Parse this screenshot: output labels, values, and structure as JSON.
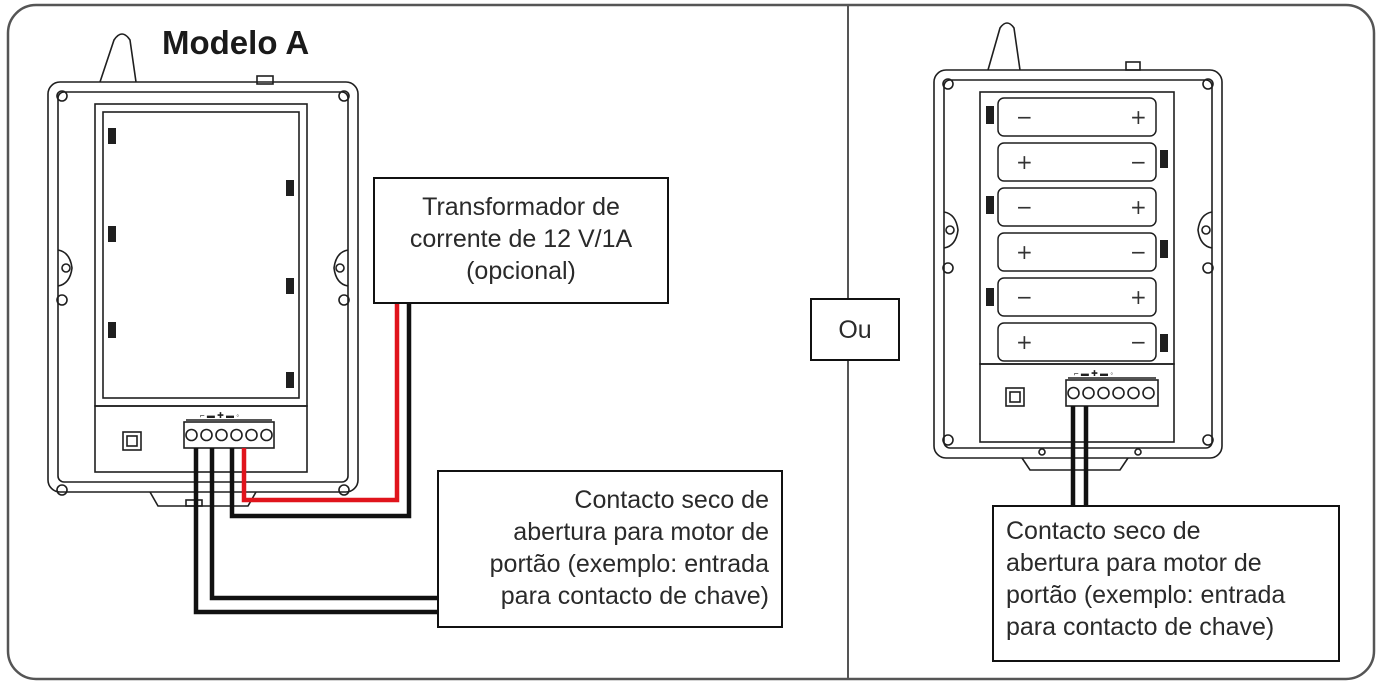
{
  "title": "Modelo A",
  "transformer": {
    "lines": [
      "Transformador de",
      "corrente de 12 V/1A",
      "(opcional)"
    ]
  },
  "contact_a": {
    "lines": [
      "Contacto seco de",
      "abertura para motor de",
      "portão (exemplo: entrada",
      "para contacto de chave)"
    ]
  },
  "contact_b": {
    "lines": [
      "Contacto seco de",
      "abertura para motor de",
      "portão (exemplo: entrada",
      "para contacto de chave)"
    ]
  },
  "or_label": "Ou",
  "battery_polarity": {
    "rows": [
      [
        "−",
        "+"
      ],
      [
        "+",
        "−"
      ],
      [
        "−",
        "+"
      ],
      [
        "+",
        "−"
      ],
      [
        "−",
        "+"
      ],
      [
        "+",
        "−"
      ]
    ]
  },
  "colors": {
    "outline": "#1f1f1f",
    "wire_black": "#111111",
    "wire_red": "#e0141c",
    "frame": "#555555"
  }
}
